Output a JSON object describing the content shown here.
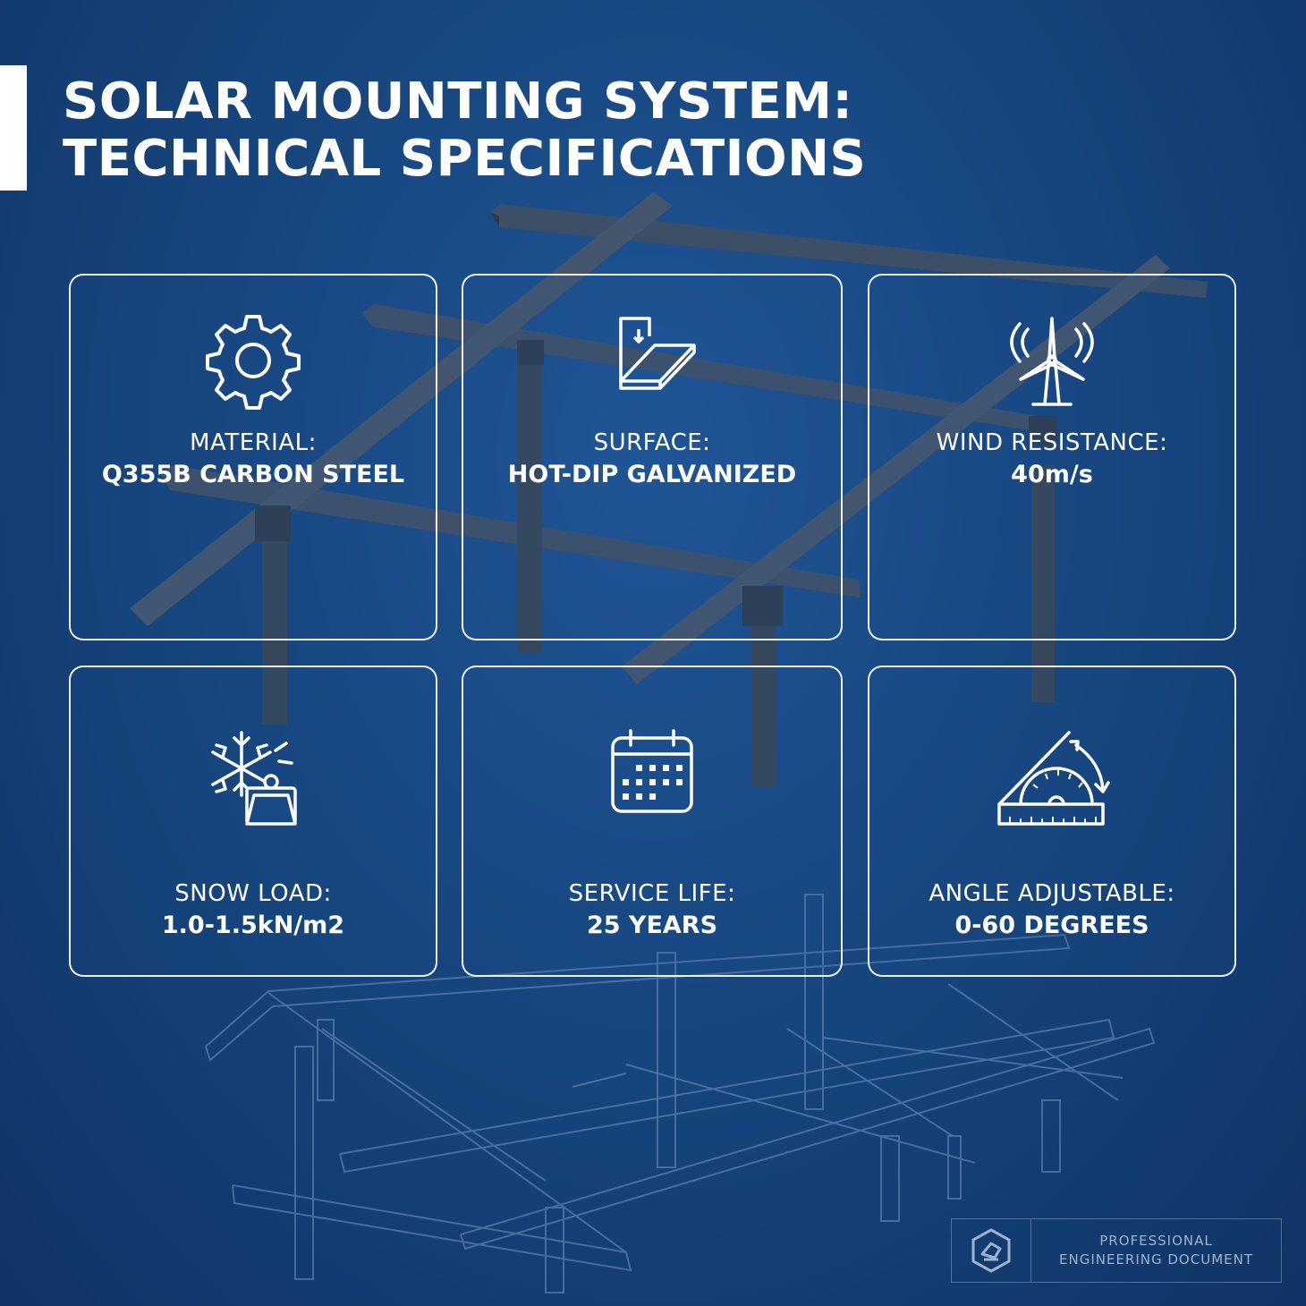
{
  "header": {
    "title_line1": "SOLAR MOUNTING SYSTEM:",
    "title_line2": "TECHNICAL SPECIFICATIONS"
  },
  "specs": [
    {
      "icon": "gear-icon",
      "label": "MATERIAL:",
      "value": "Q355B CARBON STEEL"
    },
    {
      "icon": "galvanized-plate-icon",
      "label": "SURFACE:",
      "value": "HOT-DIP GALVANIZED"
    },
    {
      "icon": "wind-turbine-icon",
      "label": "WIND RESISTANCE:",
      "value": "40m/s"
    },
    {
      "icon": "snow-weight-icon",
      "label": "SNOW LOAD:",
      "value": "1.0-1.5kN/m2"
    },
    {
      "icon": "calendar-icon",
      "label": "SERVICE LIFE:",
      "value": "25 YEARS"
    },
    {
      "icon": "protractor-icon",
      "label": "ANGLE ADJUSTABLE:",
      "value": "0-60 DEGREES"
    }
  ],
  "footer": {
    "line1": "PROFESSIONAL",
    "line2": "ENGINEERING DOCUMENT"
  },
  "colors": {
    "background": "#17467f",
    "text": "#ffffff",
    "frame_steel": "#3d4f66",
    "blueprint_lines": "#6f93c4"
  }
}
